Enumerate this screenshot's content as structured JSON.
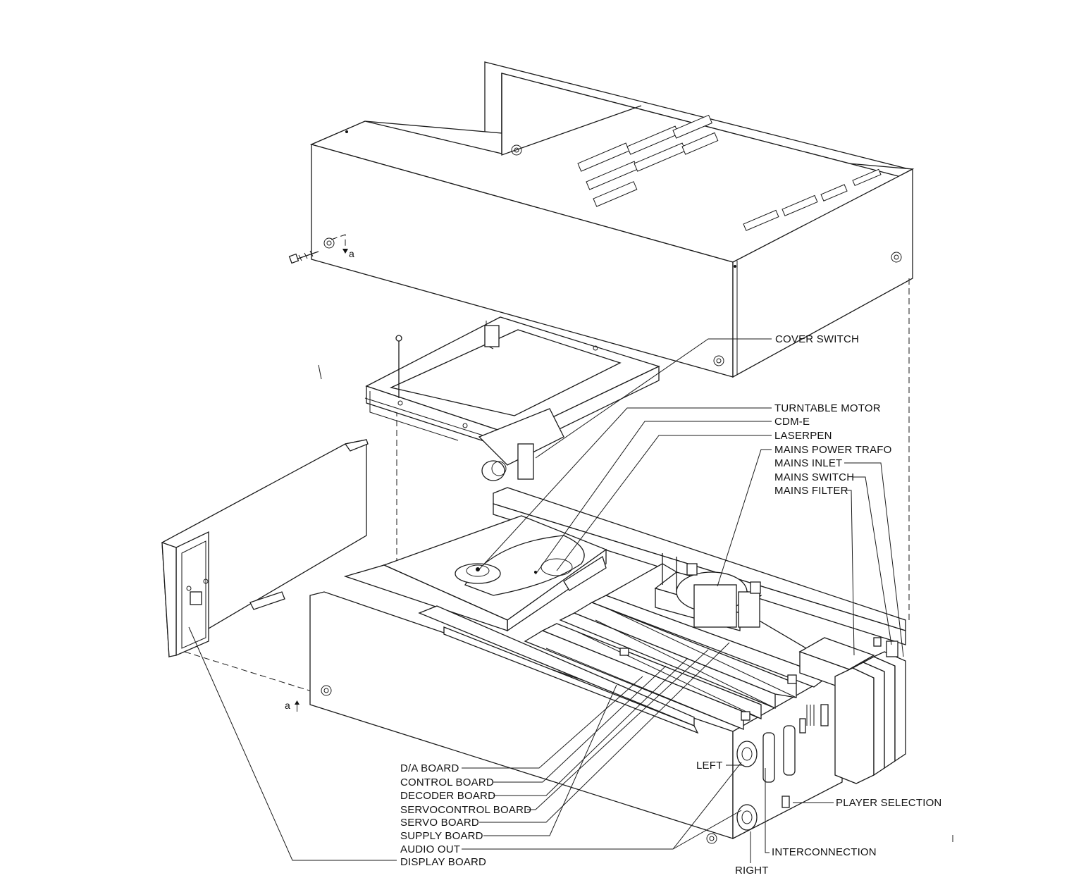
{
  "labels": {
    "cover_switch": "COVER SWITCH",
    "turntable_motor": "TURNTABLE MOTOR",
    "cdm_e": "CDM-E",
    "laserpen": "LASERPEN",
    "mains_power_trafo": "MAINS POWER TRAFO",
    "mains_inlet": "MAINS INLET",
    "mains_switch": "MAINS SWITCH",
    "mains_filter": "MAINS FILTER",
    "da_board": "D/A BOARD",
    "control_board": "CONTROL BOARD",
    "decoder_board": "DECODER BOARD",
    "servocontrol_board": "SERVOCONTROL BOARD",
    "servo_board": "SERVO BOARD",
    "supply_board": "SUPPLY BOARD",
    "audio_out": "AUDIO OUT",
    "display_board": "DISPLAY BOARD",
    "left": "LEFT",
    "right": "RIGHT",
    "player_selection": "PLAYER SELECTION",
    "interconnection": "INTERCONNECTION",
    "screw_marker_top": "a",
    "screw_marker_bottom": "a"
  }
}
